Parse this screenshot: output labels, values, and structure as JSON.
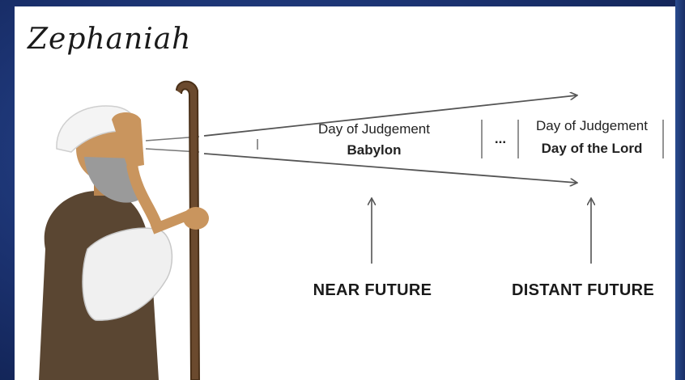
{
  "title": "Zephaniah",
  "near": {
    "event": "Day of Judgement",
    "target": "Babylon",
    "label": "NEAR FUTURE"
  },
  "gap": "...",
  "distant": {
    "event": "Day of Judgement",
    "target": "Day of the Lord",
    "label": "DISTANT FUTURE"
  },
  "colors": {
    "background": "#1b3270",
    "canvas": "#ffffff",
    "line": "#555555",
    "text": "#1a1a1a"
  }
}
